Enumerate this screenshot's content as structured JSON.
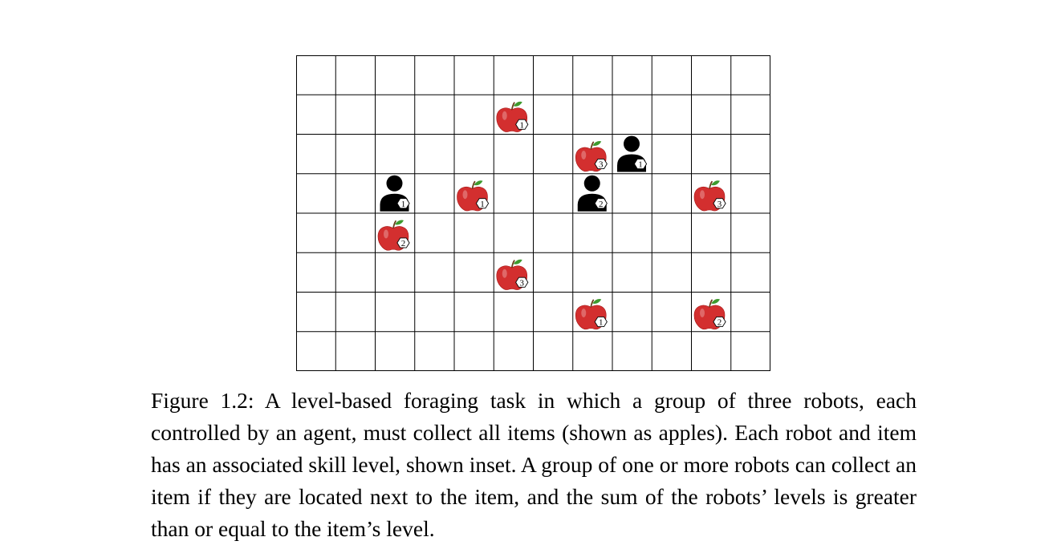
{
  "grid": {
    "cols": 12,
    "rows": 8
  },
  "items": [
    {
      "col": 5,
      "row": 1,
      "level": "1"
    },
    {
      "col": 7,
      "row": 2,
      "level": "3"
    },
    {
      "col": 4,
      "row": 3,
      "level": "1"
    },
    {
      "col": 10,
      "row": 3,
      "level": "3"
    },
    {
      "col": 2,
      "row": 4,
      "level": "2"
    },
    {
      "col": 5,
      "row": 5,
      "level": "3"
    },
    {
      "col": 7,
      "row": 6,
      "level": "1"
    },
    {
      "col": 10,
      "row": 6,
      "level": "2"
    }
  ],
  "robots": [
    {
      "col": 8,
      "row": 2,
      "level": "1"
    },
    {
      "col": 2,
      "row": 3,
      "level": "1"
    },
    {
      "col": 7,
      "row": 3,
      "level": "2"
    }
  ],
  "colors": {
    "apple": "#d32f2f",
    "apple_dark": "#a31515",
    "leaf": "#3e9a2e",
    "stem": "#6b3f1e",
    "robot": "#000000",
    "grid_line": "#000000"
  },
  "caption": {
    "label": "Figure 1.2:",
    "text": "A level-based foraging task in which a group of three robots, each controlled by an agent, must collect all items (shown as apples). Each robot and item has an associated skill level, shown inset. A group of one or more robots can collect an item if they are located next to the item, and the sum of the robots’ levels is greater than or equal to the item’s level."
  }
}
